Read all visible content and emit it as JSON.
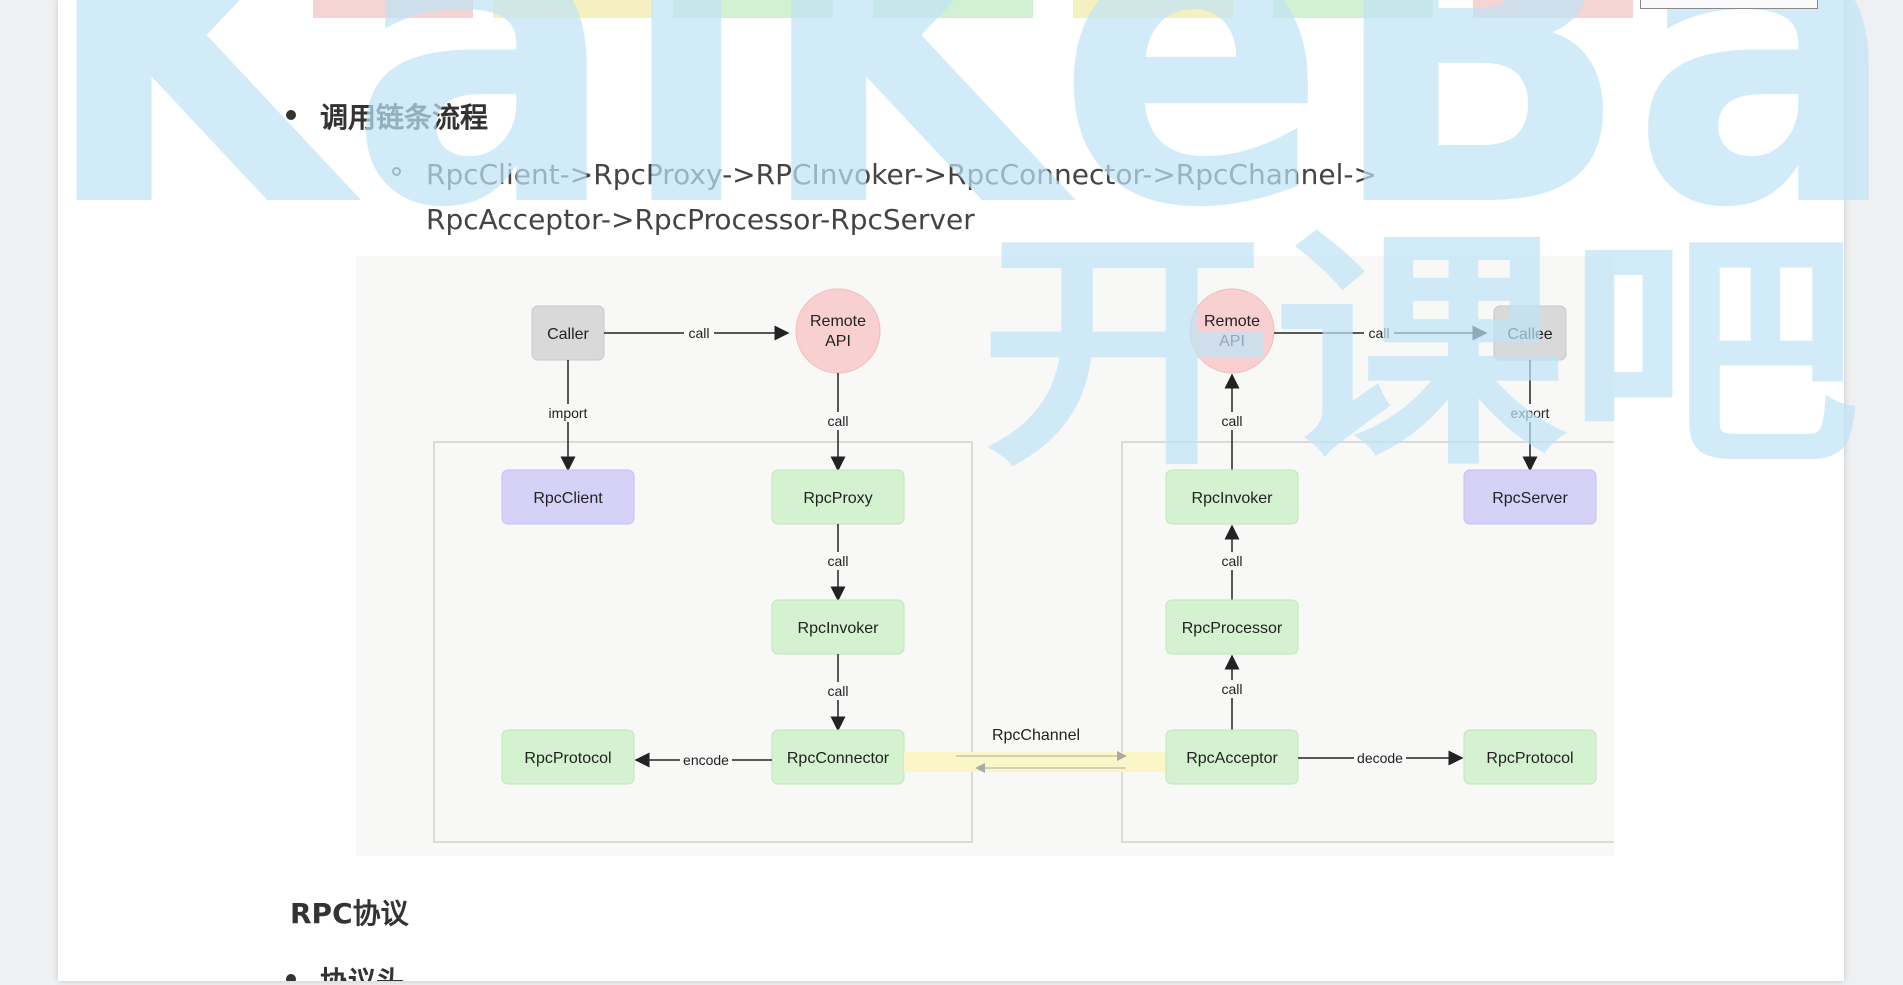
{
  "section_call_chain": {
    "title": "调用链条流程",
    "chain_line1": "RpcClient->RpcProxy->RPCInvoker->RpcConnector->RpcChannel->",
    "chain_line2": "RpcAcceptor->RpcProcessor-RpcServer"
  },
  "diagram": {
    "caller": "Caller",
    "remote_api_left_1": "Remote",
    "remote_api_left_2": "API",
    "remote_api_right_1": "Remote",
    "remote_api_right_2": "API",
    "callee": "Callee",
    "rpc_client": "RpcClient",
    "rpc_proxy": "RpcProxy",
    "rpc_invoker_left": "RpcInvoker",
    "rpc_connector": "RpcConnector",
    "rpc_protocol_left": "RpcProtocol",
    "rpc_invoker_right": "RpcInvoker",
    "rpc_processor": "RpcProcessor",
    "rpc_acceptor": "RpcAcceptor",
    "rpc_server": "RpcServer",
    "rpc_protocol_right": "RpcProtocol",
    "rpc_channel": "RpcChannel",
    "lbl_call_top_left": "call",
    "lbl_import": "import",
    "lbl_call_proxy": "call",
    "lbl_call_invoker": "call",
    "lbl_call_connector": "call",
    "lbl_encode": "encode",
    "lbl_call_top_right": "call",
    "lbl_export": "export",
    "lbl_call_right_invoker": "call",
    "lbl_call_right_processor": "call",
    "lbl_call_right_acceptor": "call",
    "lbl_decode": "decode"
  },
  "section_protocol": {
    "heading": "RPC协议",
    "bullet1": "协议头"
  },
  "watermark": {
    "latin": "KaiKeBa",
    "chinese": "开课吧",
    "color": "#bfe3f5"
  }
}
